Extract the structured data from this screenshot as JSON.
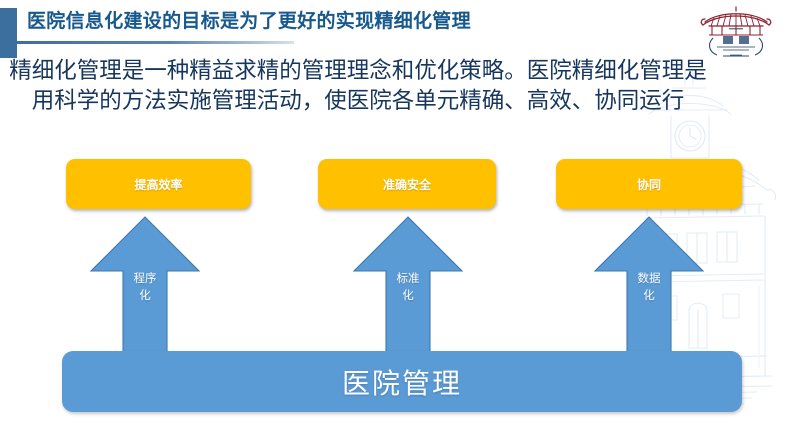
{
  "slide": {
    "title": "医院信息化建设的目标是为了更好的实现精细化管理",
    "body_paragraph": "精细化管理是一种精益求精的管理理念和优化策略。医院精细化管理是用科学的方法实施管理活动，使医院各单元精确、高效、协同运行",
    "logo_name": "west-china-hospital-crest",
    "watermark_name": "clock-tower-line-art-watermark",
    "colors": {
      "title_text": "#17598C",
      "accent_bar": "#3D6F9E",
      "body_text": "#17365D",
      "goal_box": "#FFC000",
      "arrow": "#5B9BD5",
      "base_bar": "#5B9BD5"
    }
  },
  "diagram": {
    "goal_boxes": [
      {
        "label": "提高效率"
      },
      {
        "label": "准确安全"
      },
      {
        "label": "协同"
      }
    ],
    "arrows": [
      {
        "label": "程序\n化"
      },
      {
        "label": "标准\n化"
      },
      {
        "label": "数据\n化"
      }
    ],
    "base": {
      "label": "医院管理"
    }
  }
}
